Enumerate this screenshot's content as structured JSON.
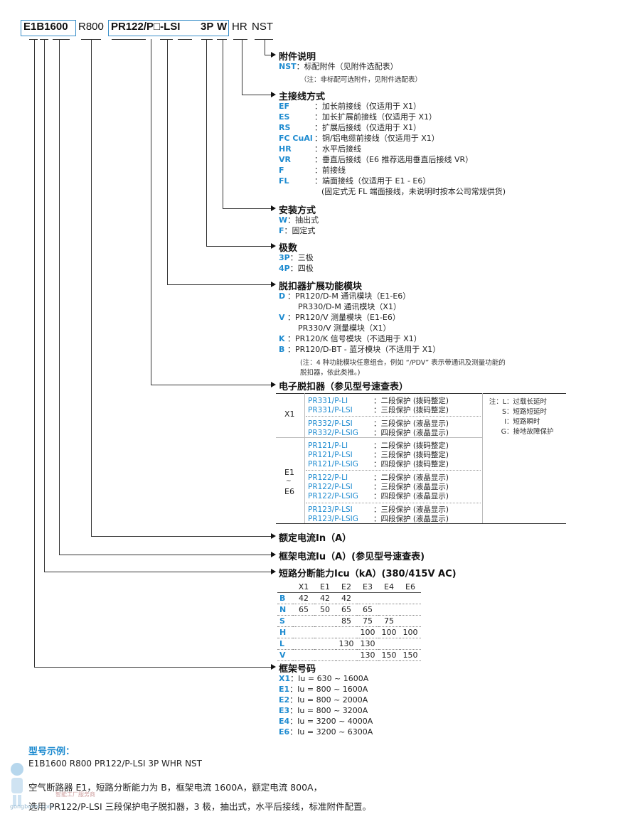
{
  "codes": [
    "E1B1600",
    "R800",
    "PR122/P□-LSI",
    "3P",
    "W",
    "HR",
    "NST"
  ],
  "accessories": {
    "title": "附件说明",
    "lines": [
      {
        "key": "NST",
        "sep": "：",
        "text": "标配附件（见附件选配表）"
      }
    ],
    "note": "（注：非标配可选附件，见附件选配表）"
  },
  "terminals": {
    "title": "主接线方式",
    "lines": [
      {
        "key": "EF",
        "sep": "：",
        "text": "加长前接线（仅适用于 X1）"
      },
      {
        "key": "ES",
        "sep": "：",
        "text": "加长扩展前接线（仅适用于 X1）"
      },
      {
        "key": "RS",
        "sep": "：",
        "text": "扩展后接线（仅适用于 X1）"
      },
      {
        "key": "FC CuAl",
        "sep": "：",
        "text": "铜/铝电缆前接线（仅适用于 X1）"
      },
      {
        "key": "HR",
        "sep": "：",
        "text": "水平后接线"
      },
      {
        "key": "VR",
        "sep": "：",
        "text": "垂直后接线（E6 推荐选用垂直后接线 VR）"
      },
      {
        "key": "F",
        "sep": "：",
        "text": "前接线"
      },
      {
        "key": "FL",
        "sep": "：",
        "text": "端面接线（仅适用于 E1 - E6）"
      },
      {
        "key": "",
        "sep": "",
        "text": "(固定式无 FL 端面接线，未说明时按本公司常规供货)"
      }
    ]
  },
  "mounting": {
    "title": "安装方式",
    "lines": [
      {
        "key": "W",
        "sep": "：",
        "text": "抽出式"
      },
      {
        "key": "F",
        "sep": "：",
        "text": "固定式"
      }
    ]
  },
  "poles": {
    "title": "极数",
    "lines": [
      {
        "key": "3P",
        "sep": "：",
        "text": "三极"
      },
      {
        "key": "4P",
        "sep": "：",
        "text": "四极"
      }
    ]
  },
  "modules": {
    "title": "脱扣器扩展功能模块",
    "lines": [
      {
        "key": "D",
        "sep": "：",
        "text": "PR120/D-M 通讯模块（E1-E6）"
      },
      {
        "key": "",
        "sep": "",
        "text": "PR330/D-M 通讯模块（X1）"
      },
      {
        "key": "V",
        "sep": "：",
        "text": "PR120/V 测量模块（E1-E6）"
      },
      {
        "key": "",
        "sep": "",
        "text": "PR330/V 测量模块（X1）"
      },
      {
        "key": "K",
        "sep": "：",
        "text": "PR120/K 信号模块（不适用于 X1）"
      },
      {
        "key": "B",
        "sep": "：",
        "text": "PR120/D-BT - 蓝牙模块（不适用于 X1）"
      }
    ],
    "note1": "(注：4 种功能模块任意组合，例如 “/PDV” 表示带通讯及测量功能的",
    "note2": "脱扣器，依此类推。)"
  },
  "trip_units": {
    "title": "电子脱扣器（参见型号速查表）",
    "group_x1": "X1",
    "group_e": "E1",
    "group_e_dash": "~",
    "group_e6": "E6",
    "rows": [
      {
        "code": "PR331/P-LI",
        "sep": "：",
        "text": "二段保护 (拨码整定)"
      },
      {
        "code": "PR331/P-LSI",
        "sep": "：",
        "text": "三段保护 (拨码整定)"
      },
      {
        "code": "PR332/P-LSI",
        "sep": "：",
        "text": "三段保护 (液晶显示)"
      },
      {
        "code": "PR332/P-LSIG",
        "sep": "：",
        "text": "四段保护 (液晶显示)"
      },
      {
        "code": "PR121/P-LI",
        "sep": "：",
        "text": "二段保护 (拨码整定)"
      },
      {
        "code": "PR121/P-LSI",
        "sep": "：",
        "text": "三段保护 (拨码整定)"
      },
      {
        "code": "PR121/P-LSIG",
        "sep": "：",
        "text": "四段保护 (拨码整定)"
      },
      {
        "code": "PR122/P-LI",
        "sep": "：",
        "text": "二段保护 (液晶显示)"
      },
      {
        "code": "PR122/P-LSI",
        "sep": "：",
        "text": "三段保护 (液晶显示)"
      },
      {
        "code": "PR122/P-LSIG",
        "sep": "：",
        "text": "四段保护 (液晶显示)"
      },
      {
        "code": "PR123/P-LSI",
        "sep": "：",
        "text": "三段保护 (液晶显示)"
      },
      {
        "code": "PR123/P-LSIG",
        "sep": "：",
        "text": "四段保护 (液晶显示)"
      }
    ],
    "legend": [
      {
        "k": "注：L",
        "v": "：过载长延时"
      },
      {
        "k": "S",
        "v": "：短路短延时"
      },
      {
        "k": "I",
        "v": "：短路瞬时"
      },
      {
        "k": "G",
        "v": "：接地故障保护"
      }
    ]
  },
  "rated_current": {
    "title": "额定电流In（A）"
  },
  "frame_current": {
    "title": "框架电流Iu（A）(参见型号速查表)"
  },
  "breaking": {
    "title": "短路分断能力Icu（kA）(380/415V AC)",
    "headers": [
      "",
      "X1",
      "E1",
      "E2",
      "E3",
      "E4",
      "E6"
    ],
    "rows": [
      [
        "B",
        "42",
        "42",
        "42",
        "",
        "",
        ""
      ],
      [
        "N",
        "65",
        "50",
        "65",
        "65",
        "",
        ""
      ],
      [
        "S",
        "",
        "",
        "85",
        "75",
        "75",
        ""
      ],
      [
        "H",
        "",
        "",
        "",
        "100",
        "100",
        "100"
      ],
      [
        "L",
        "",
        "",
        "130",
        "130",
        "",
        ""
      ],
      [
        "V",
        "",
        "",
        "",
        "130",
        "150",
        "150"
      ]
    ]
  },
  "frame": {
    "title": "框架号码",
    "lines": [
      {
        "key": "X1",
        "sep": "：",
        "text": "Iu = 630 ~ 1600A"
      },
      {
        "key": "E1",
        "sep": "：",
        "text": "Iu = 800 ~ 1600A"
      },
      {
        "key": "E2",
        "sep": "：",
        "text": "Iu = 800 ~ 2000A"
      },
      {
        "key": "E3",
        "sep": "：",
        "text": "Iu = 800 ~ 3200A"
      },
      {
        "key": "E4",
        "sep": "：",
        "text": "Iu = 3200 ~ 4000A"
      },
      {
        "key": "E6",
        "sep": "：",
        "text": "Iu = 3200 ~ 6300A"
      }
    ]
  },
  "example": {
    "title": "型号示例：",
    "code": "E1B1600  R800  PR122/P-LSI  3P  WHR  NST",
    "line1": "空气断路器 E1，短路分断能力为 B，框架电流 1600A，额定电流 800A，",
    "line2": "选用 PR122/P-LSI 三段保护电子脱扣器，3 极，抽出式，水平后接线，标准附件配置。"
  },
  "watermark": {
    "text": "智能工厂服务商",
    "url": "gongboshi.com"
  }
}
